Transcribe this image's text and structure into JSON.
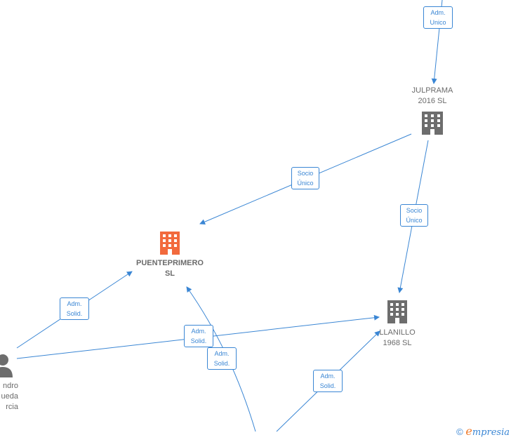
{
  "colors": {
    "edge": "#3a86d4",
    "company": "#6d6d6d",
    "highlight": "#f26a3d",
    "person": "#6d6d6d"
  },
  "nodes": {
    "julprama": {
      "line1": "JULPRAMA",
      "line2": "2016  SL",
      "icon": "building-icon"
    },
    "puenteprimero": {
      "line1": "PUENTEPRIMERO",
      "line2": "SL",
      "icon": "building-icon"
    },
    "llanillo": {
      "line1": "LLANILLO",
      "line2": "1968  SL",
      "icon": "building-icon"
    },
    "person": {
      "line1": "ndro",
      "line2": "ueda",
      "line3": "rcia",
      "icon": "person-icon"
    }
  },
  "edges": {
    "adm_unico": {
      "line1": "Adm.",
      "line2": "Unico"
    },
    "socio_unico_1": {
      "line1": "Socio",
      "line2": "Único"
    },
    "socio_unico_2": {
      "line1": "Socio",
      "line2": "Único"
    },
    "adm_solid_1": {
      "line1": "Adm.",
      "line2": "Solid."
    },
    "adm_solid_2": {
      "line1": "Adm.",
      "line2": "Solid."
    },
    "adm_solid_3": {
      "line1": "Adm.",
      "line2": "Solid."
    },
    "adm_solid_4": {
      "line1": "Adm.",
      "line2": "Solid."
    }
  },
  "watermark": {
    "symbol": "©",
    "brand_initial": "e",
    "brand_rest": "mpresia"
  }
}
